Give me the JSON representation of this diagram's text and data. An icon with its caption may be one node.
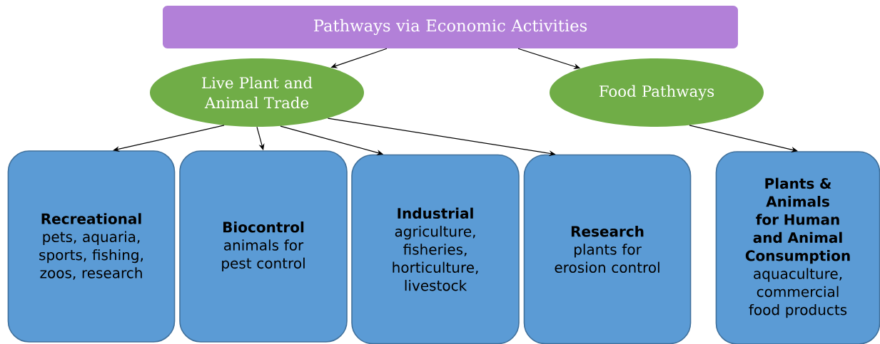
{
  "diagram": {
    "nodes": [
      {
        "text": [
          "Pathways via Economic Activities"
        ]
      },
      {
        "text": [
          "Live Plant and Animal Trade"
        ]
      },
      {
        "text": [
          "Food Pathways"
        ]
      },
      {
        "text": [
          "Recreational",
          "pets, aquaria, sports, fishing, zoos, research"
        ]
      },
      {
        "text": [
          "Biocontrol",
          "animals for pest control"
        ]
      },
      {
        "text": [
          "Industrial",
          "agriculture, fisheries, horticulture, livestock"
        ]
      },
      {
        "text": [
          "Research",
          "plants for erosion control"
        ]
      },
      {
        "text": [
          "Plants & Animals for Human and Animal Consumption",
          "aquaculture, commercial food products"
        ]
      }
    ],
    "edges": [
      {
        "from": 0,
        "to": 1,
        "arrow": "to"
      },
      {
        "from": 0,
        "to": 2,
        "arrow": "to"
      },
      {
        "from": 1,
        "to": 3,
        "arrow": "to"
      },
      {
        "from": 1,
        "to": 4,
        "arrow": "to"
      },
      {
        "from": 1,
        "to": 5,
        "arrow": "to"
      },
      {
        "from": 1,
        "to": 6,
        "arrow": "to"
      },
      {
        "from": 2,
        "to": 7,
        "arrow": "to"
      }
    ]
  }
}
